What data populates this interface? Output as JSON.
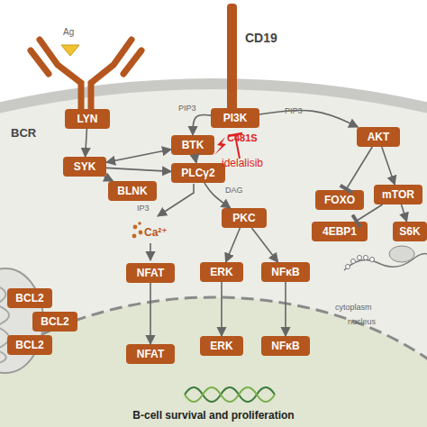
{
  "diagram": {
    "nodes": [
      {
        "text": [
          "LYN"
        ]
      },
      {
        "text": [
          "PI3K"
        ]
      },
      {
        "text": [
          "AKT"
        ]
      },
      {
        "text": [
          "BTK"
        ]
      },
      {
        "text": [
          "SYK"
        ]
      },
      {
        "text": [
          "PLCγ2"
        ]
      },
      {
        "text": [
          "BLNK"
        ]
      },
      {
        "text": [
          "FOXO"
        ]
      },
      {
        "text": [
          "mTOR"
        ]
      },
      {
        "text": [
          "PKC"
        ]
      },
      {
        "text": [
          "4EBP1"
        ]
      },
      {
        "text": [
          "S6K"
        ]
      },
      {
        "text": [
          "NFAT"
        ]
      },
      {
        "text": [
          "ERK"
        ]
      },
      {
        "text": [
          "NFκB"
        ]
      },
      {
        "text": [
          "BCL2"
        ]
      },
      {
        "text": [
          "BCL2"
        ]
      },
      {
        "text": [
          "BCL2"
        ]
      },
      {
        "text": [
          "NFAT"
        ]
      },
      {
        "text": [
          "ERK"
        ]
      },
      {
        "text": [
          "NFκB"
        ]
      }
    ],
    "edges": [
      {
        "from": 0,
        "to": 4,
        "arrow": "to"
      },
      {
        "from": 4,
        "to": 3,
        "arrow": "both"
      },
      {
        "from": 4,
        "to": 5,
        "arrow": "to"
      },
      {
        "from": 4,
        "to": 6,
        "arrow": "to"
      },
      {
        "from": 3,
        "to": 5,
        "arrow": "to"
      },
      {
        "from": 1,
        "to": 3,
        "label": "PIP3",
        "arrow": "to"
      },
      {
        "from": 1,
        "to": 2,
        "label": "PIP3",
        "arrow": "to"
      },
      {
        "from": 2,
        "to": 7,
        "arrow": "to"
      },
      {
        "from": 2,
        "to": 8,
        "arrow": "to"
      },
      {
        "from": 8,
        "to": 10,
        "arrow": "to"
      },
      {
        "from": 8,
        "to": 11,
        "arrow": "to"
      },
      {
        "from": 5,
        "to": 9,
        "label": "DAG",
        "arrow": "to"
      },
      {
        "from": 9,
        "to": 13,
        "arrow": "to"
      },
      {
        "from": 9,
        "to": 14,
        "arrow": "to"
      },
      {
        "from": 12,
        "to": 18,
        "arrow": "to"
      },
      {
        "from": 13,
        "to": 19,
        "arrow": "to"
      },
      {
        "from": 14,
        "to": 20,
        "arrow": "to"
      }
    ],
    "labels": [
      "Ag",
      "BCR",
      "CD19",
      "C481S",
      "idelalisib",
      "IP3",
      "Ca²⁺",
      "cytoplasm",
      "nucleus",
      "B-cell survival and proliferation"
    ]
  }
}
